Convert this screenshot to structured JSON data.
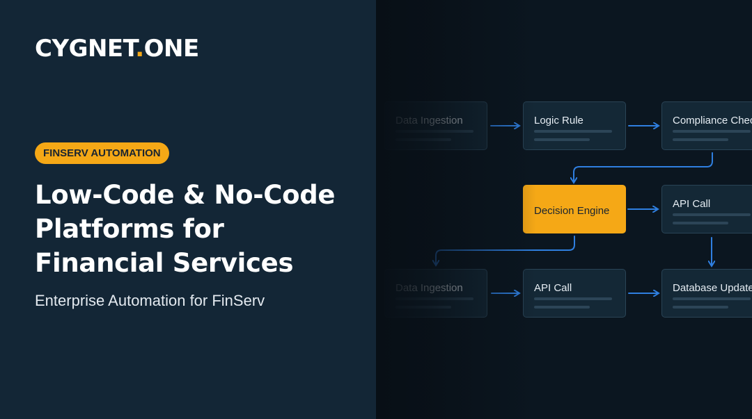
{
  "brand": {
    "name": "CYGNET",
    "dot": ".",
    "suffix": "ONE"
  },
  "badge": "FINSERV AUTOMATION",
  "headline": [
    "Low-Code & No-Code",
    "Platforms for",
    "Financial Services"
  ],
  "subtitle": "Enterprise Automation for FinServ",
  "flow": {
    "nodes": {
      "data_ingestion_1": "Data Ingestion",
      "logic_rule": "Logic Rule",
      "compliance_check": "Compliance Check",
      "decision_engine": "Decision Engine",
      "api_call_1": "API Call",
      "data_ingestion_2": "Data Ingestion",
      "api_call_2": "API Call",
      "database_update": "Database Update"
    },
    "highlighted_node": "decision_engine"
  },
  "colors": {
    "accent": "#f5a816",
    "arrow": "#2f7fe0",
    "left_panel": "#132636",
    "right_panel": "#0b1620",
    "node_fill": "#142836",
    "node_border": "#2a4456"
  }
}
